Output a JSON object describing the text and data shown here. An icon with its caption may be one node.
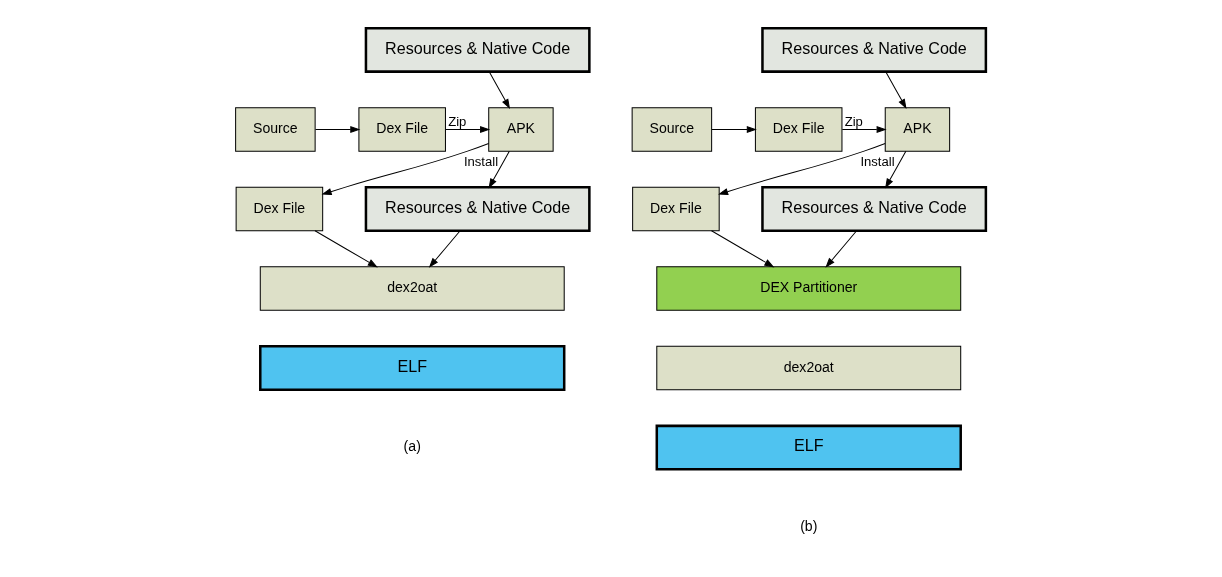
{
  "diagram": {
    "nodes": [
      {
        "text": [
          "Resources & Native Code"
        ]
      },
      {
        "text": [
          "Source"
        ]
      },
      {
        "text": [
          "Dex File"
        ]
      },
      {
        "text": [
          "APK"
        ]
      },
      {
        "text": [
          "Dex File"
        ]
      },
      {
        "text": [
          "Resources & Native Code"
        ]
      },
      {
        "text": [
          "dex2oat"
        ]
      },
      {
        "text": [
          "ELF"
        ]
      },
      {
        "text": [
          "Resources & Native Code"
        ]
      },
      {
        "text": [
          "Source"
        ]
      },
      {
        "text": [
          "Dex File"
        ]
      },
      {
        "text": [
          "APK"
        ]
      },
      {
        "text": [
          "Dex File"
        ]
      },
      {
        "text": [
          "Resources & Native Code"
        ]
      },
      {
        "text": [
          "DEX Partitioner"
        ]
      },
      {
        "text": [
          "dex2oat"
        ]
      },
      {
        "text": [
          "ELF"
        ]
      }
    ],
    "edges": [
      {
        "from": 1,
        "to": 2,
        "arrow": "to"
      },
      {
        "from": 2,
        "to": 3,
        "arrow": "to",
        "label": "Zip"
      },
      {
        "from": 0,
        "to": 3,
        "arrow": "to"
      },
      {
        "from": 3,
        "to": 4,
        "arrow": "to"
      },
      {
        "from": 3,
        "to": 5,
        "arrow": "to",
        "label": "Install"
      },
      {
        "from": 4,
        "to": 6,
        "arrow": "to"
      },
      {
        "from": 5,
        "to": 6,
        "arrow": "to"
      },
      {
        "from": 9,
        "to": 10,
        "arrow": "to"
      },
      {
        "from": 10,
        "to": 11,
        "arrow": "to",
        "label": "Zip"
      },
      {
        "from": 8,
        "to": 11,
        "arrow": "to"
      },
      {
        "from": 11,
        "to": 12,
        "arrow": "to"
      },
      {
        "from": 11,
        "to": 13,
        "arrow": "to",
        "label": "Install"
      },
      {
        "from": 12,
        "to": 14,
        "arrow": "to"
      },
      {
        "from": 13,
        "to": 14,
        "arrow": "to"
      }
    ],
    "labels": [
      "(a)",
      "(b)"
    ]
  }
}
